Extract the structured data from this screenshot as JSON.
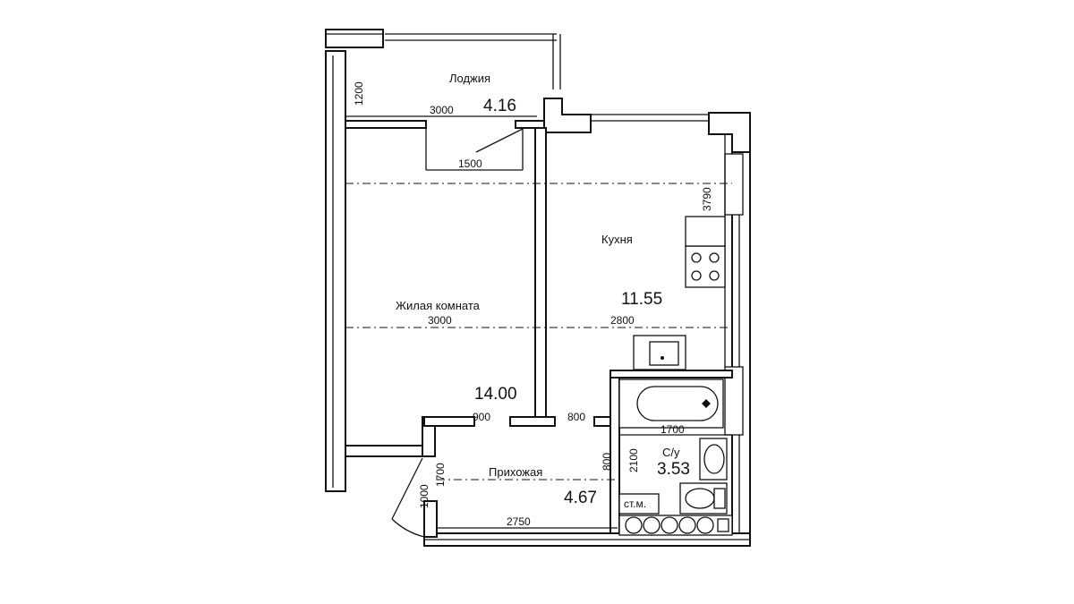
{
  "rooms": {
    "loggia": {
      "name": "Лоджия",
      "area": "4.16"
    },
    "living": {
      "name": "Жилая комната",
      "area": "14.00"
    },
    "kitchen": {
      "name": "Кухня",
      "area": "11.55"
    },
    "bathroom": {
      "name": "С/у",
      "area": "3.53"
    },
    "hallway": {
      "name": "Прихожая",
      "area": "4.67"
    }
  },
  "dimensions": {
    "loggia_depth": "1200",
    "loggia_width": "3000",
    "balcony_door": "1500",
    "kitchen_depth": "3790",
    "living_width": "3000",
    "kitchen_width": "2800",
    "living_door": "900",
    "kitchen_door": "800",
    "bath_length": "1700",
    "bathroom_depth": "2100",
    "bathroom_door": "800",
    "hallway_depth": "1700",
    "entrance_door": "1000",
    "hallway_width": "2750"
  },
  "labels": {
    "riser": "ст.м."
  },
  "colors": {
    "line": "#111111",
    "background": "#ffffff"
  }
}
